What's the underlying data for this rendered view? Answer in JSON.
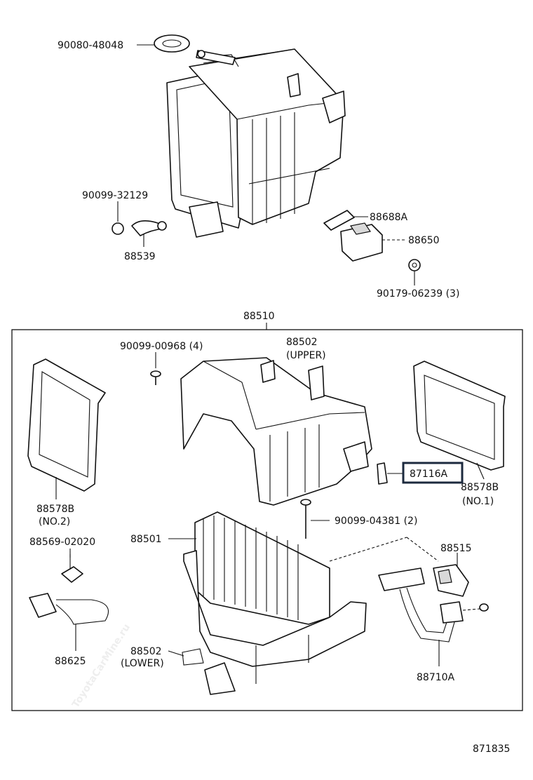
{
  "diagram_id": "871835",
  "watermark": "ToyotaCarMine.ru",
  "colors": {
    "line": "#111111",
    "highlight_border": "#1c2a3e",
    "background": "#ffffff"
  },
  "labels": {
    "p90080_48048": "90080-48048",
    "p90099_32129": "90099-32129",
    "p88539": "88539",
    "p88688A": "88688A",
    "p88650": "88650",
    "p90179_06239": "90179-06239 (3)",
    "p88510": "88510",
    "p90099_00968": "90099-00968 (4)",
    "p88502_upper": "88502",
    "upper": "(UPPER)",
    "p88578B_no2": "88578B",
    "no2": "(NO.2)",
    "p87116A": "87116A",
    "p88578B_no1": "88578B",
    "no1": "(NO.1)",
    "p90099_04381": "90099-04381 (2)",
    "p88569_02020": "88569-02020",
    "p88501": "88501",
    "p88515": "88515",
    "p88625": "88625",
    "p88502_lower": "88502",
    "lower": "(LOWER)",
    "p88710A": "88710A"
  }
}
